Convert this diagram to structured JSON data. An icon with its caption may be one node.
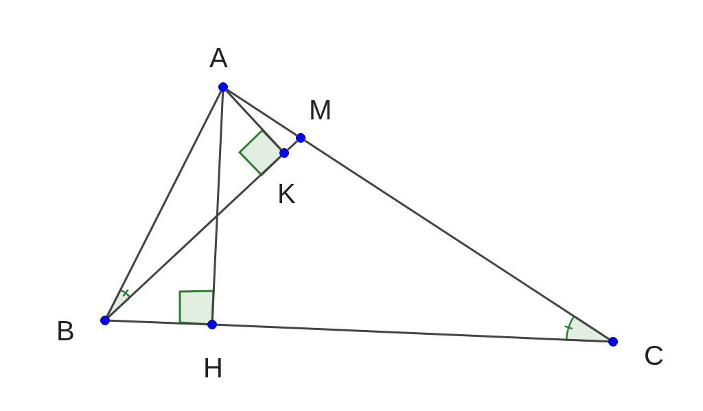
{
  "diagram": {
    "nodes": [
      {
        "text": [],
        "shape": "circle",
        "beside": [
          "A"
        ]
      },
      {
        "text": [],
        "shape": "circle",
        "beside": [
          "M"
        ]
      },
      {
        "text": [],
        "shape": "circle",
        "beside": [
          "K"
        ]
      },
      {
        "text": [],
        "shape": "circle",
        "beside": [
          "B"
        ]
      },
      {
        "text": [],
        "shape": "circle",
        "beside": [
          "H"
        ]
      },
      {
        "text": [],
        "shape": "circle",
        "beside": [
          "C"
        ]
      }
    ],
    "edges": [
      {
        "from": 0,
        "to": 3,
        "arrow": "none"
      },
      {
        "from": 0,
        "to": 1,
        "arrow": "none"
      },
      {
        "from": 1,
        "to": 5,
        "arrow": "none"
      },
      {
        "from": 3,
        "to": 4,
        "arrow": "none"
      },
      {
        "from": 4,
        "to": 5,
        "arrow": "none"
      },
      {
        "from": 0,
        "to": 4,
        "arrow": "none"
      },
      {
        "from": 0,
        "to": 2,
        "arrow": "none"
      },
      {
        "from": 3,
        "to": 2,
        "arrow": "none"
      },
      {
        "from": 2,
        "to": 1,
        "arrow": "none"
      }
    ]
  }
}
